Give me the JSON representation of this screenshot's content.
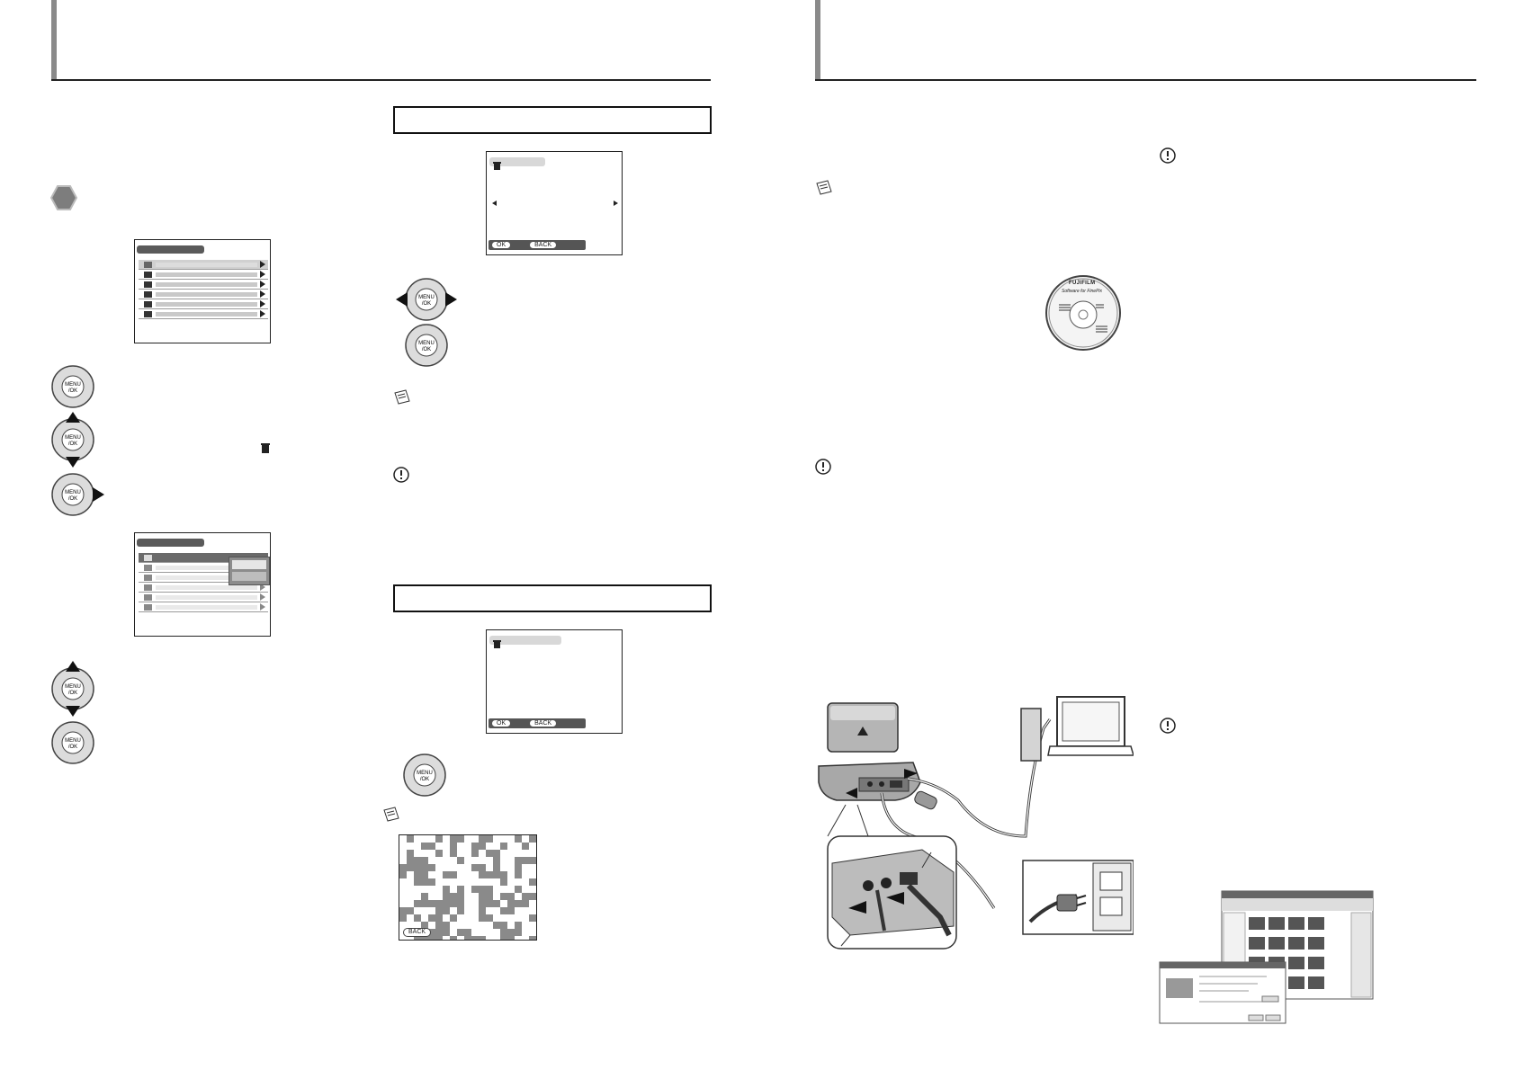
{
  "left_page": {
    "section_box_1_text": "",
    "section_box_2_text": "",
    "ok_label": "OK",
    "back_label": "BACK"
  },
  "right_page": {
    "cd_brand": "FUJIFILM",
    "cd_title": "Software for FinePix"
  },
  "icons": [
    "step-hexagon-icon",
    "menu-ok-button-icon",
    "up-down-button-icon",
    "right-button-icon",
    "left-right-button-icon",
    "memo-icon",
    "caution-icon",
    "trash-icon"
  ],
  "colors": {
    "rule": "#222222",
    "sidebar": "#8a8a8a",
    "lcd_header": "#5a5a5a"
  }
}
